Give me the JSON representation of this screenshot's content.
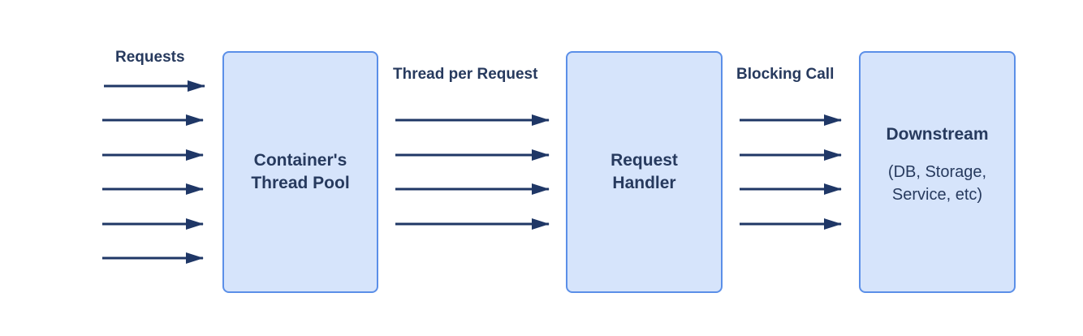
{
  "labels": {
    "requests": "Requests",
    "thread_per_request": "Thread per Request",
    "blocking_call": "Blocking Call"
  },
  "boxes": {
    "thread_pool": {
      "line1": "Container's",
      "line2": "Thread Pool"
    },
    "request_handler": {
      "line1": "Request",
      "line2": "Handler"
    },
    "downstream": {
      "title": "Downstream",
      "sub1": "(DB, Storage,",
      "sub2": "Service, etc)"
    }
  },
  "colors": {
    "arrow": "#1f3766",
    "box_fill": "#d6e4fb",
    "box_border": "#5b8fe8",
    "text": "#273a5e"
  }
}
